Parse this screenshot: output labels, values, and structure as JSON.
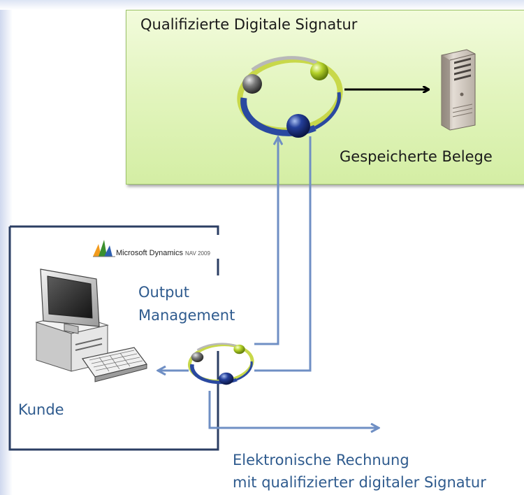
{
  "qualified_signature_title": "Qualifizierte Digitale Signatur",
  "stored_documents_label": "Gespeicherte Belege",
  "nav_logo": {
    "brand": "Microsoft Dynamics",
    "version": "NAV 2009"
  },
  "output_management": {
    "line1": "Output",
    "line2": "Management"
  },
  "customer_label": "Kunde",
  "invoice_caption": {
    "line1": "Elektronische Rechnung",
    "line2": "mit qualifizierter digitaler Signatur"
  },
  "colors": {
    "green_box": "#e3f5bf",
    "blue_text": "#2f5b8e",
    "arrow_blue": "#6f8fc4",
    "frame_navy": "#2b3e63"
  },
  "icons": [
    "signature-logo-icon",
    "server-icon",
    "computer-icon",
    "microsoft-dynamics-logo-icon"
  ]
}
